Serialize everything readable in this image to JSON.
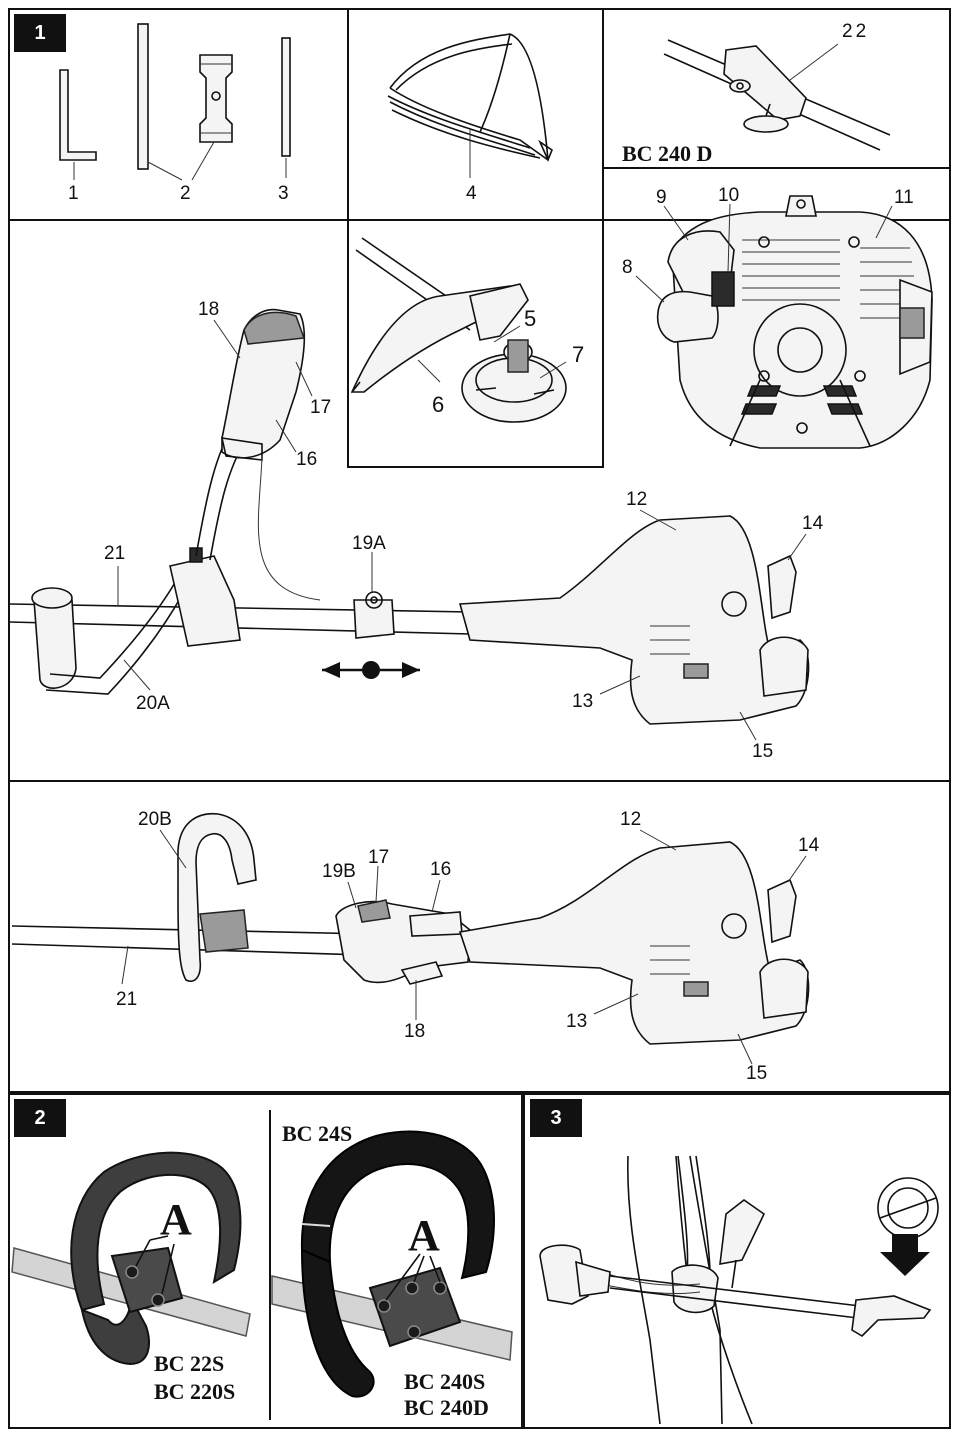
{
  "figures": {
    "fig1_badge": "1",
    "fig2_badge": "2",
    "fig3_badge": "3"
  },
  "parts": {
    "p1": "1",
    "p2": "2",
    "p3": "3",
    "p4": "4",
    "p5": "5",
    "p6": "6",
    "p7": "7",
    "p8": "8",
    "p9": "9",
    "p10": "10",
    "p11": "11",
    "p12": "12",
    "p13": "13",
    "p14": "14",
    "p15": "15",
    "p16": "16",
    "p17": "17",
    "p18": "18",
    "p19a": "19A",
    "p19b": "19B",
    "p20a": "20A",
    "p20b": "20B",
    "p21": "21",
    "p22": "22"
  },
  "models": {
    "bc240d": "BC 240 D",
    "bc24s": "BC 24S",
    "bc22s": "BC 22S",
    "bc220s": "BC 220S",
    "bc240s": "BC 240S",
    "bc240d_b": "BC 240D"
  },
  "markers": {
    "a_left": "A",
    "a_right": "A"
  }
}
